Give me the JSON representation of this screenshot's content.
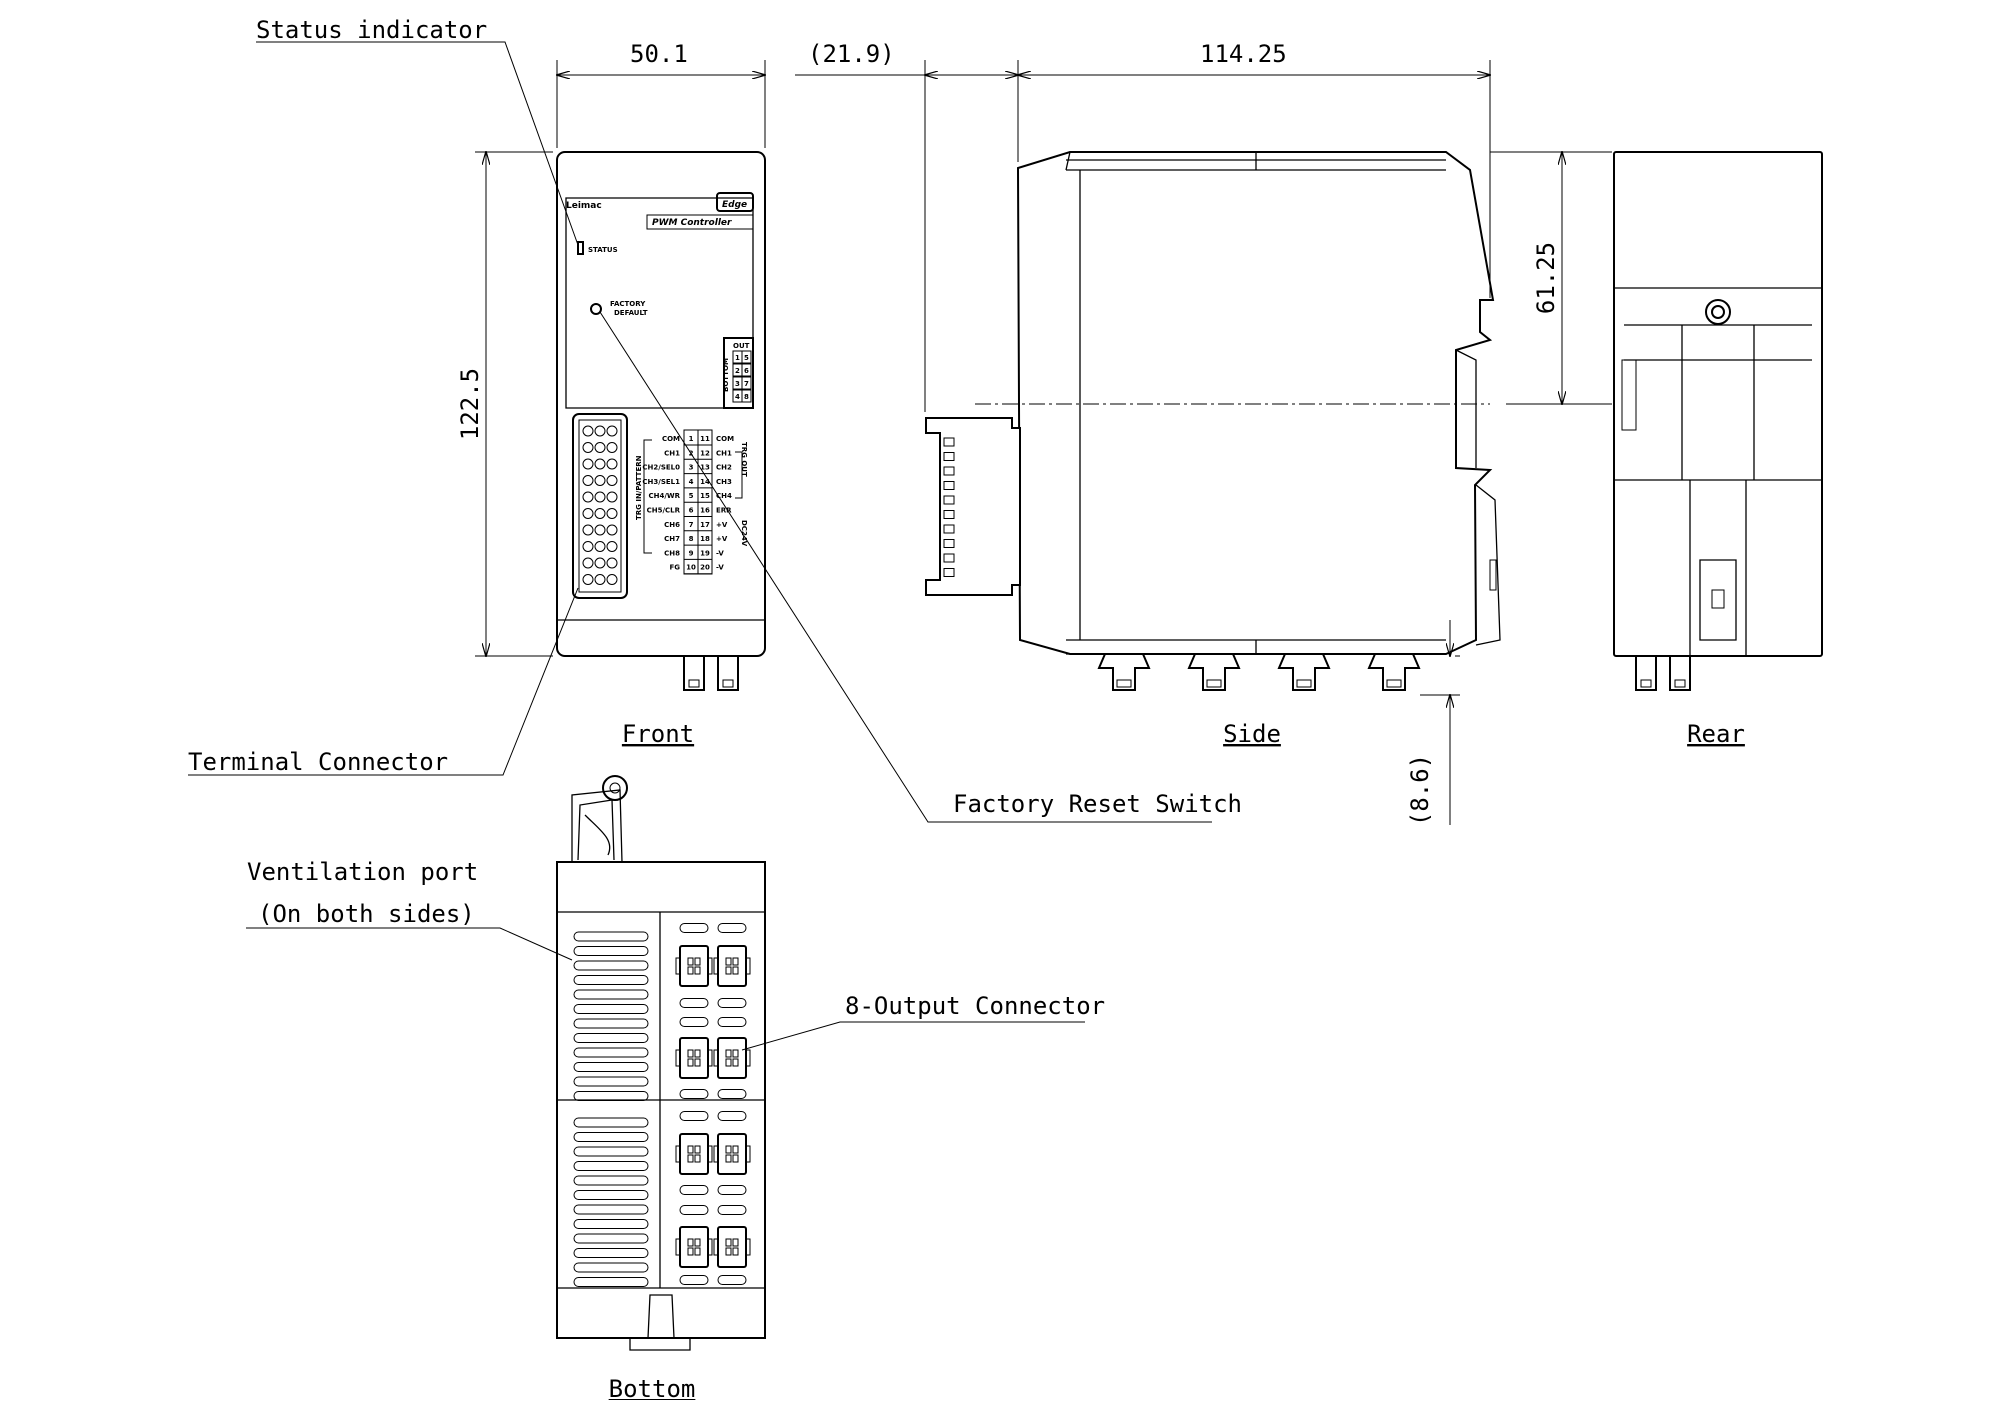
{
  "callouts": {
    "status_indicator": "Status indicator",
    "terminal_connector": "Terminal Connector",
    "factory_reset": "Factory Reset Switch",
    "ventilation_1": "Ventilation port",
    "ventilation_2": "(On both sides)",
    "output_connector": "8-Output Connector"
  },
  "views": {
    "front": "Front",
    "side": "Side",
    "rear": "Rear",
    "bottom": "Bottom"
  },
  "dimensions": {
    "front_width": "50.1",
    "offset": "(21.9)",
    "side_depth": "114.25",
    "height": "122.5",
    "rail_center": "61.25",
    "bottom_protrusion": "(8.6)"
  },
  "panel": {
    "brand": "Leimac",
    "series": "Edge",
    "product": "PWM Controller",
    "status_label": "STATUS",
    "factory_1": "FACTORY",
    "factory_2": "DEFAULT",
    "out_label": "OUT",
    "bottom_label": "BOTTOM",
    "trg_in_label": "TRG IN/PATTERN",
    "trg_out_label": "TRG OUT",
    "power_label": "DC24V",
    "left_labels": [
      "COM",
      "CH1",
      "CH2/SEL0",
      "CH3/SEL1",
      "CH4/WR",
      "CH5/CLR",
      "CH6",
      "CH7",
      "CH8",
      "FG"
    ],
    "left_pins": [
      "1",
      "2",
      "3",
      "4",
      "5",
      "6",
      "7",
      "8",
      "9",
      "10"
    ],
    "right_pins": [
      "11",
      "12",
      "13",
      "14",
      "15",
      "16",
      "17",
      "18",
      "19",
      "20"
    ],
    "right_labels": [
      "COM",
      "CH1",
      "CH2",
      "CH3",
      "CH4",
      "ERR",
      "+V",
      "+V",
      "-V",
      "-V"
    ],
    "out_pins": [
      "1",
      "5",
      "2",
      "6",
      "3",
      "7",
      "4",
      "8"
    ]
  }
}
